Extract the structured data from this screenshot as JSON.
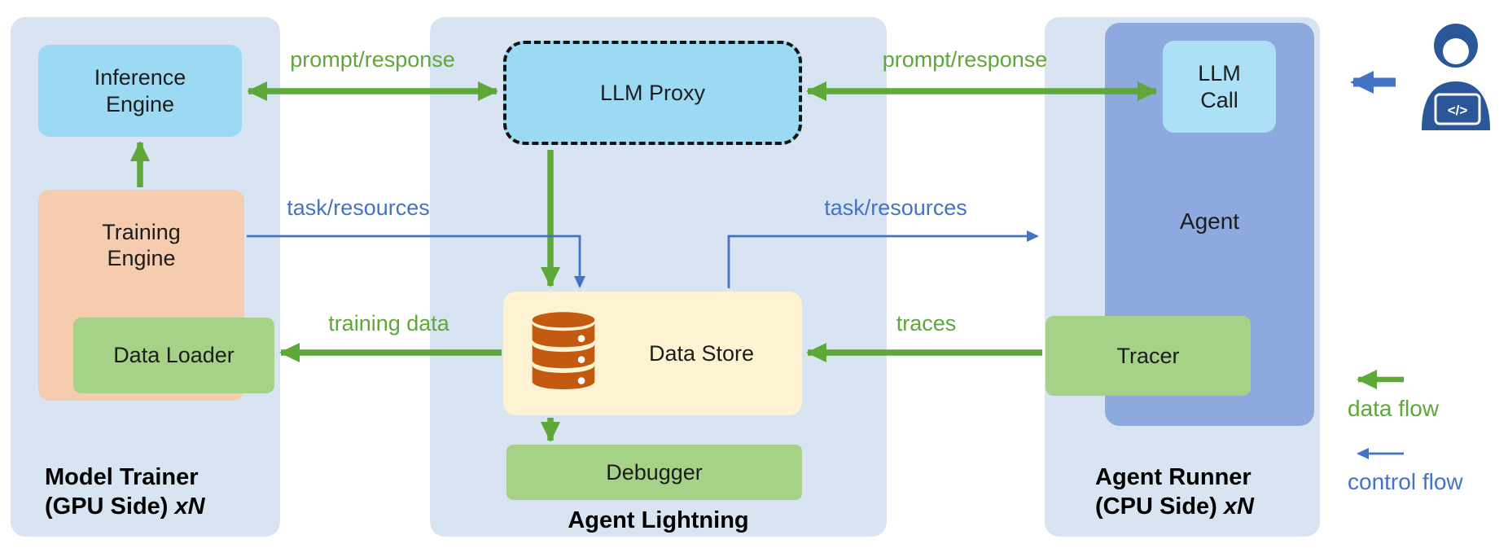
{
  "panels": {
    "model_trainer": {
      "title_line1": "Model Trainer",
      "title_line2": "(GPU Side)",
      "title_suffix": "xN"
    },
    "agent_lightning": {
      "title": "Agent Lightning"
    },
    "agent_runner": {
      "title_line1": "Agent Runner",
      "title_line2": "(CPU Side)",
      "title_suffix": "xN"
    }
  },
  "nodes": {
    "inference_engine": "Inference\nEngine",
    "training_engine": "Training\nEngine",
    "data_loader": "Data Loader",
    "llm_proxy": "LLM Proxy",
    "data_store": "Data Store",
    "debugger": "Debugger",
    "llm_call": "LLM\nCall",
    "agent": "Agent",
    "tracer": "Tracer"
  },
  "edges": {
    "prompt_response_left": "prompt/response",
    "prompt_response_right": "prompt/response",
    "task_resources_left": "task/resources",
    "task_resources_right": "task/resources",
    "training_data": "training data",
    "traces": "traces"
  },
  "legend": {
    "data_flow": "data flow",
    "control_flow": "control flow"
  },
  "icons": {
    "developer_laptop_code": "</>"
  },
  "colors": {
    "panel_bg": "#d9e4f2",
    "agent_panel_bg": "#8da9dd",
    "cyan_box": "#9cdaf3",
    "llm_call_box": "#abe0f6",
    "peach_box": "#f5ccad",
    "green_box": "#a6d288",
    "yellow_box": "#fdf3d2",
    "data_flow_green": "#5ea739",
    "control_flow_blue": "#4472c4",
    "database_icon_orange": "#c45a10",
    "person_icon_blue": "#2b579a"
  }
}
